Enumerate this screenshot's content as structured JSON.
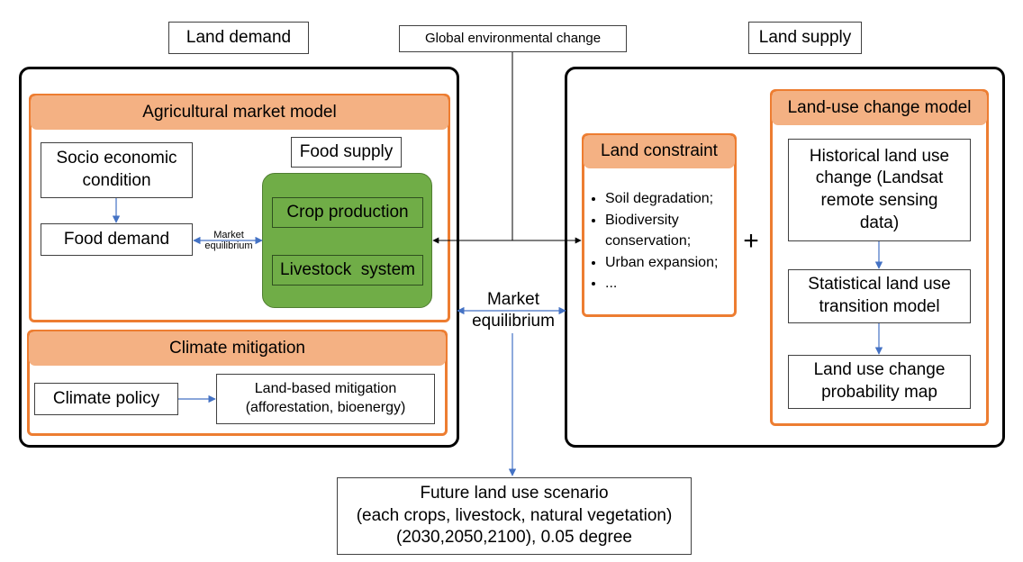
{
  "header": {
    "land_demand": "Land demand",
    "global_change": "Global environmental change",
    "land_supply": "Land supply"
  },
  "agri": {
    "title": "Agricultural market model",
    "socio": "Socio economic condition",
    "food_supply": "Food supply",
    "food_demand": "Food demand",
    "market_small": "Market equilibrium",
    "crop": "Crop production",
    "livestock": "Livestock  system"
  },
  "climate": {
    "title": "Climate mitigation",
    "policy": "Climate policy",
    "mitigation_line1": "Land-based mitigation",
    "mitigation_line2": "(afforestation, bioenergy)"
  },
  "center": {
    "market_line1": "Market",
    "market_line2": "equilibrium"
  },
  "constraint": {
    "title": "Land constraint",
    "items": [
      "Soil degradation;",
      "Biodiversity conservation;",
      "Urban expansion;",
      "..."
    ]
  },
  "plus": "+",
  "luc": {
    "title": "Land-use change model",
    "historical": "Historical land use change (Landsat remote sensing data)",
    "statistical": "Statistical land use transition model",
    "probability": "Land use change probability map"
  },
  "future": {
    "line1": "Future land use scenario",
    "line2": "(each crops, livestock, natural vegetation)",
    "line3": "(2030,2050,2100), 0.05 degree"
  },
  "colors": {
    "orange_border": "#ED7D31",
    "orange_fill": "#F4B183",
    "green_fill": "#70AD47",
    "arrow_blue": "#4472C4"
  }
}
